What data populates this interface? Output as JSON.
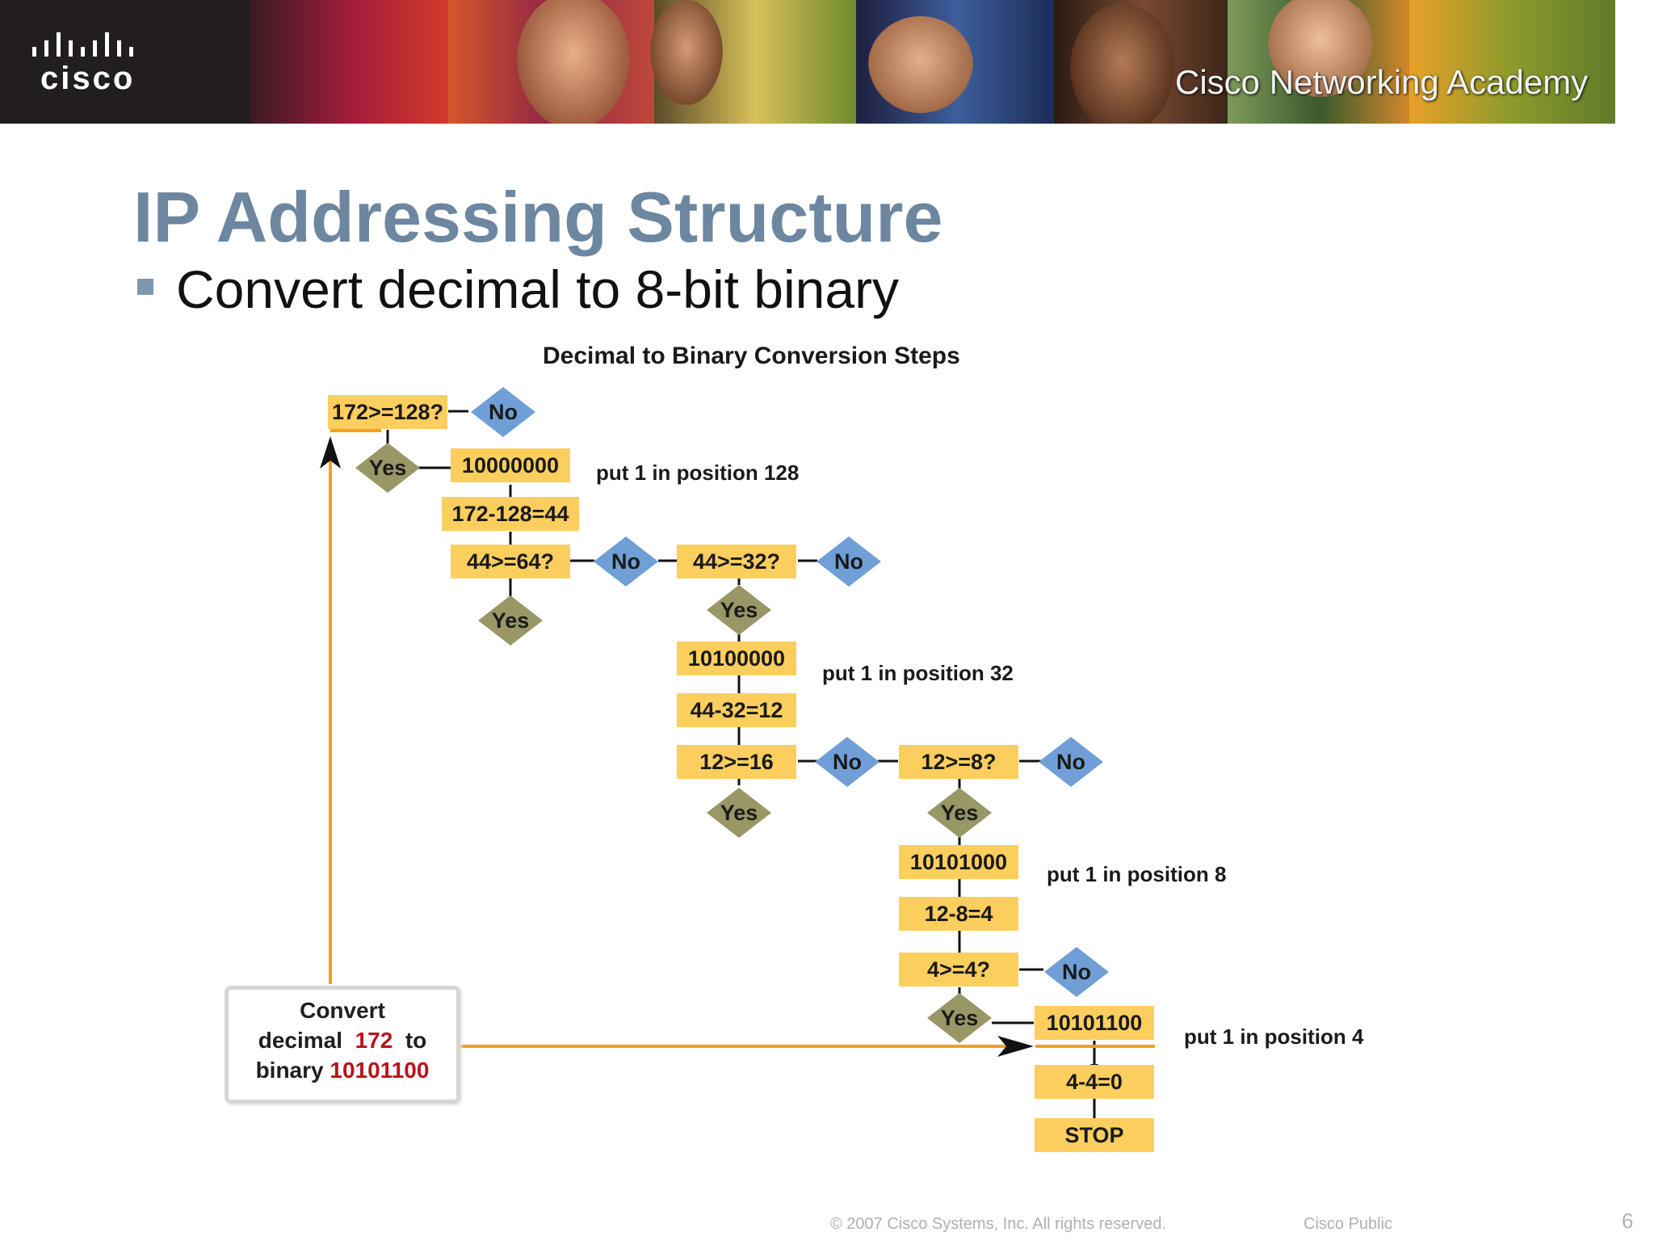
{
  "header": {
    "logo_text": "cisco",
    "academy_text": "Cisco Networking Academy",
    "colors": {
      "background": "#221e1f",
      "logo": "#ffffff"
    }
  },
  "slide": {
    "title": "IP Addressing Structure",
    "bullet": "Convert decimal to 8-bit binary",
    "title_color": "#6d87a0"
  },
  "diagram": {
    "title": "Decimal to Binary Conversion Steps",
    "colors": {
      "box": "#fbce5e",
      "no": "#6f9fd6",
      "yes": "#999766",
      "arrow": "#f2a01e"
    },
    "nodes": {
      "q1": "172>=128?",
      "q1_no": "No",
      "q1_yes": "Yes",
      "bits1": "10000000",
      "note1": "put 1 in position 128",
      "sub1": "172-128=44",
      "q2": "44>=64?",
      "q2_no": "No",
      "q2_yes": "Yes",
      "q3": "44>=32?",
      "q3_no": "No",
      "q3_yes": "Yes",
      "bits3": "10100000",
      "note3": "put 1 in position 32",
      "sub3": "44-32=12",
      "q4": "12>=16",
      "q4_no": "No",
      "q4_yes": "Yes",
      "q5": "12>=8?",
      "q5_no": "No",
      "q5_yes": "Yes",
      "bits5": "10101000",
      "note5": "put 1 in position 8",
      "sub5": "12-8=4",
      "q6": "4>=4?",
      "q6_no": "No",
      "q6_yes": "Yes",
      "bits6": "10101100",
      "note6": "put 1 in position 4",
      "sub6": "4-4=0",
      "stop": "STOP"
    },
    "convert_box": {
      "line1": "Convert",
      "line2_prefix": "decimal",
      "decimal": "172",
      "line2_suffix": "to",
      "line3_prefix": "binary",
      "binary": "10101100"
    }
  },
  "footer": {
    "copyright": "© 2007 Cisco Systems, Inc. All rights reserved.",
    "classification": "Cisco Public",
    "page": "6"
  }
}
